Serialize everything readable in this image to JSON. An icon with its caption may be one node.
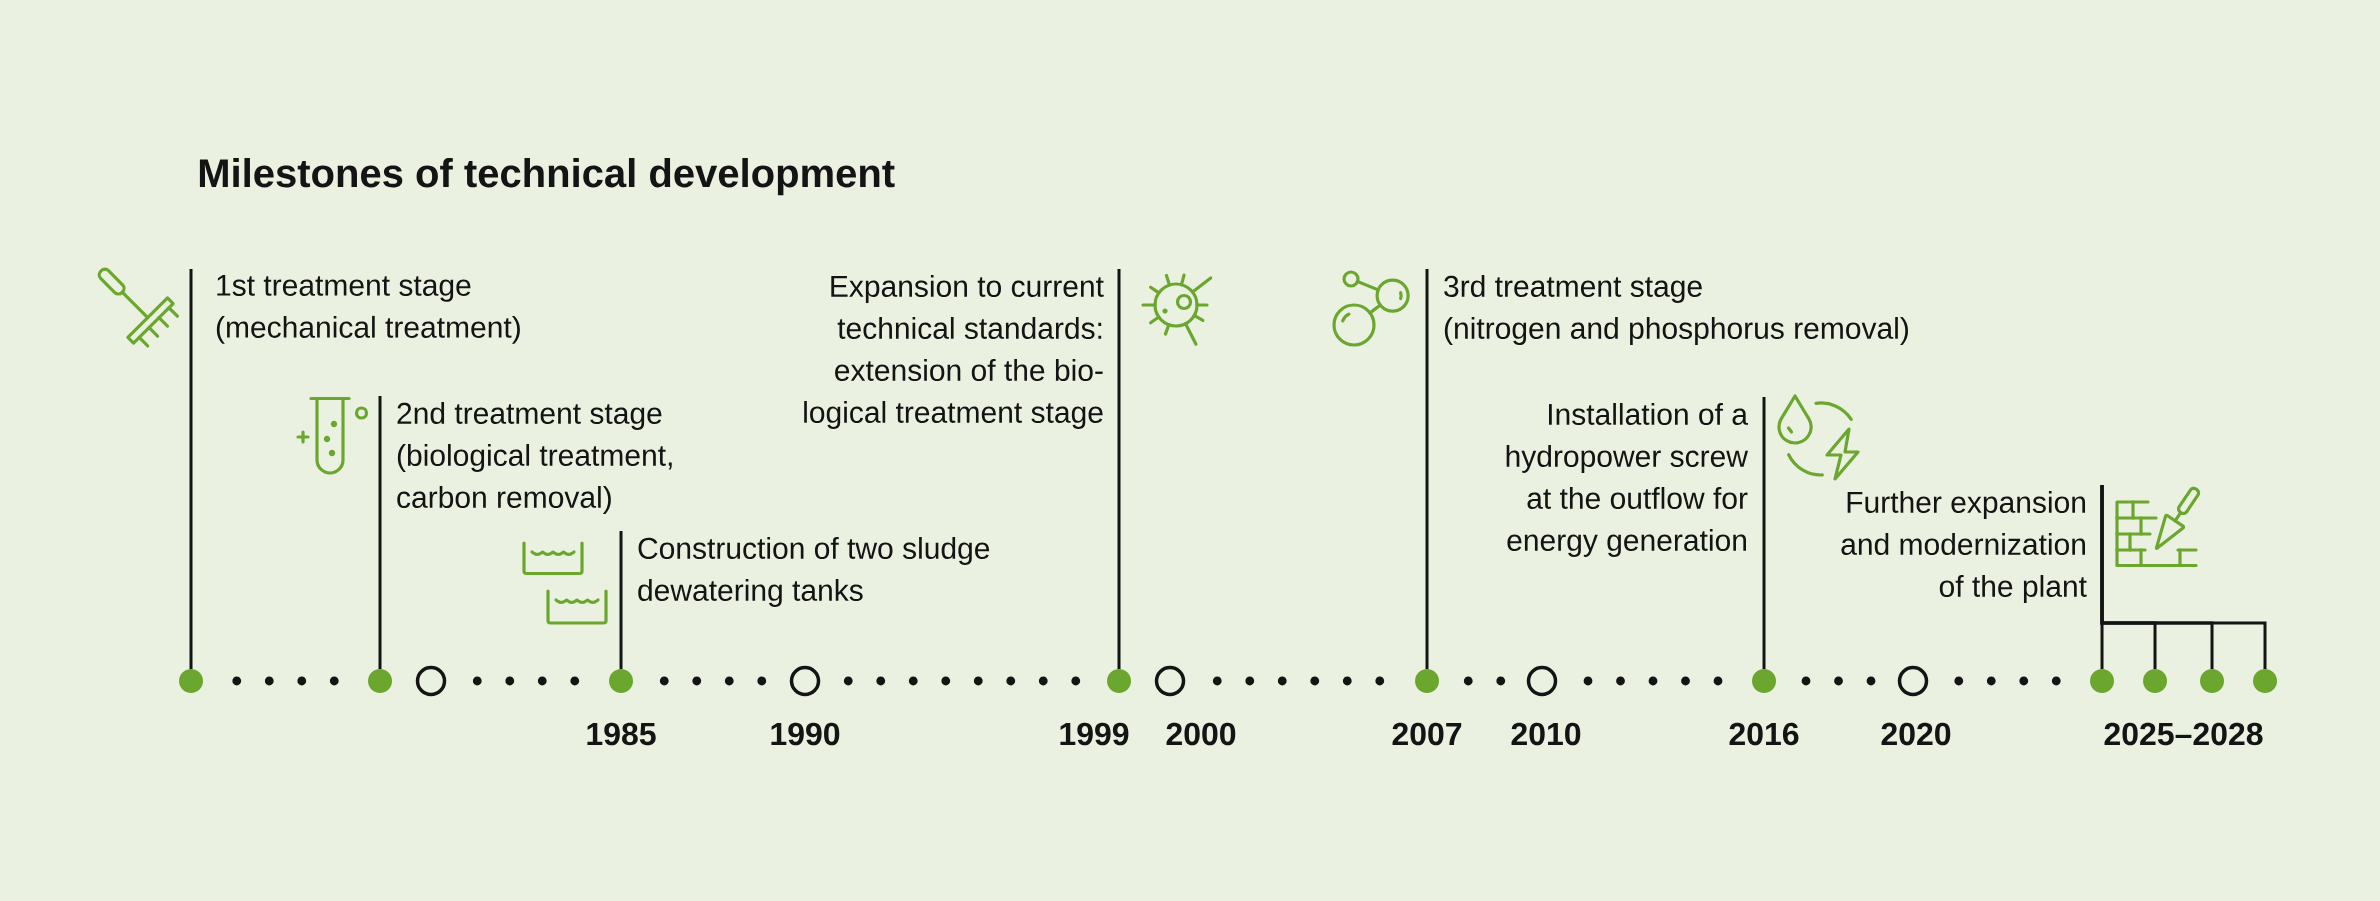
{
  "diagram": {
    "title": "Milestones of technical development",
    "nodes": [
      {
        "text": [
          "1st treatment stage (mechanical treatment)"
        ]
      },
      {
        "text": [],
        "shape": "dot"
      },
      {
        "text": [
          "2nd treatment stage (biological treatment, carbon removal)"
        ]
      },
      {
        "text": [],
        "shape": "dot"
      },
      {
        "text": [],
        "shape": "circle"
      },
      {
        "text": [
          "Construction of two sludge dewatering tanks"
        ]
      },
      {
        "text": [],
        "shape": "dot",
        "beside": [
          "1985"
        ]
      },
      {
        "text": [],
        "shape": "circle",
        "beside": [
          "1990"
        ]
      },
      {
        "text": [
          "Expansion to current technical standards: extension of the bio- logical treatment stage"
        ]
      },
      {
        "text": [],
        "shape": "dot",
        "beside": [
          "1999"
        ]
      },
      {
        "text": [],
        "shape": "circle",
        "beside": [
          "2000"
        ]
      },
      {
        "text": [
          "3rd treatment stage (nitrogen and phosphorus removal)"
        ]
      },
      {
        "text": [],
        "shape": "dot",
        "beside": [
          "2007"
        ]
      },
      {
        "text": [],
        "shape": "circle",
        "beside": [
          "2010"
        ]
      },
      {
        "text": [
          "Installation of a hydropower screw at the outflow for energy generation"
        ]
      },
      {
        "text": [],
        "shape": "dot",
        "beside": [
          "2016"
        ]
      },
      {
        "text": [],
        "shape": "circle",
        "beside": [
          "2020"
        ]
      },
      {
        "text": [
          "Further expansion and modernization of the plant"
        ]
      },
      {
        "text": [],
        "shape": "dot"
      },
      {
        "text": [],
        "shape": "dot"
      },
      {
        "text": [],
        "shape": "dot"
      },
      {
        "text": [],
        "shape": "dot"
      }
    ],
    "edges": [
      {
        "from": 0,
        "to": 1,
        "arrow": "none"
      },
      {
        "from": 2,
        "to": 3,
        "arrow": "none"
      },
      {
        "from": 5,
        "to": 6,
        "arrow": "none"
      },
      {
        "from": 8,
        "to": 9,
        "arrow": "none"
      },
      {
        "from": 11,
        "to": 12,
        "arrow": "none"
      },
      {
        "from": 14,
        "to": 15,
        "arrow": "none"
      },
      {
        "from": 17,
        "to": 18,
        "arrow": "none"
      },
      {
        "from": 17,
        "to": 19,
        "arrow": "none"
      },
      {
        "from": 17,
        "to": 20,
        "arrow": "none"
      },
      {
        "from": 17,
        "to": 21,
        "arrow": "none"
      }
    ],
    "labels": [
      "2025–2028"
    ]
  }
}
